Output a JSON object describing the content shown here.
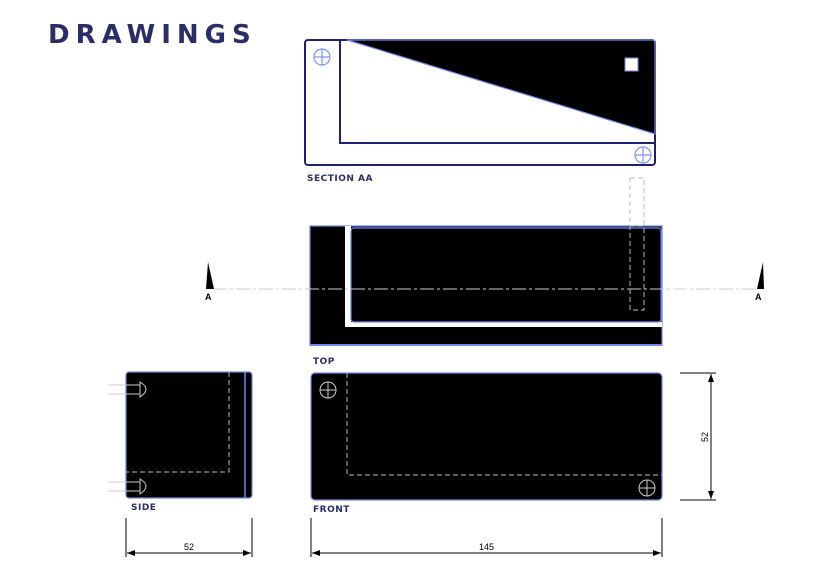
{
  "title": "DRAWINGS",
  "views": {
    "section": "SECTION AA",
    "top": "TOP",
    "side": "SIDE",
    "front": "FRONT"
  },
  "section_markers": {
    "left": "A",
    "right": "A"
  },
  "dimensions": {
    "height": "52",
    "side_width": "52",
    "front_width": "145"
  },
  "colors": {
    "label": "#2b2d6b",
    "outline": "#6f86f0"
  }
}
